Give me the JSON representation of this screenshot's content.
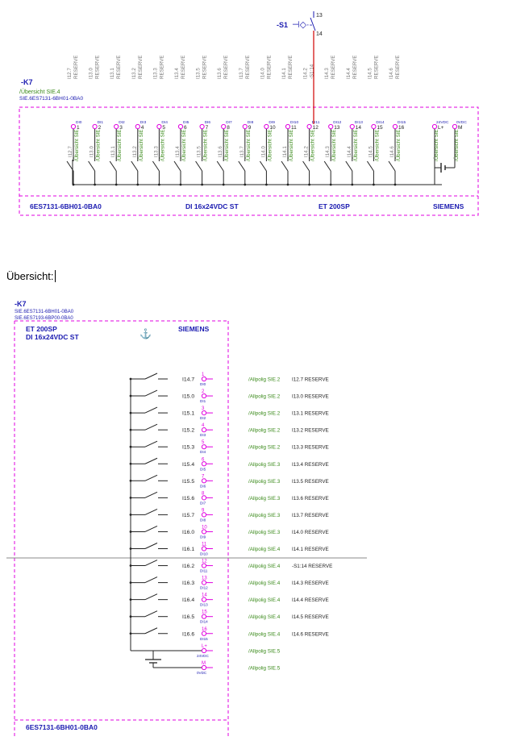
{
  "colors": {
    "magenta": "#e000e0",
    "blue": "#1a1ab0",
    "green": "#3a8a1a",
    "gray": "#777777",
    "red": "#d00000",
    "black": "#222222"
  },
  "top": {
    "switch_label": "-S1",
    "switch_pin_top": "13",
    "switch_pin_bottom": "14",
    "device_tag": "-K7",
    "ref_link": "/Übersicht SIE.4",
    "part_no": "SIE.6ES7131-6BH01-0BA0",
    "rotated_refs": [
      [
        "I12.7",
        "RESERVE"
      ],
      [
        "I13.0",
        "RESERVE"
      ],
      [
        "I13.1",
        "RESERVE"
      ],
      [
        "I13.2",
        "RESERVE"
      ],
      [
        "I13.3",
        "RESERVE"
      ],
      [
        "I13.4",
        "RESERVE"
      ],
      [
        "I13.5",
        "RESERVE"
      ],
      [
        "I13.6",
        "RESERVE"
      ],
      [
        "I13.7",
        "RESERVE"
      ],
      [
        "I14.0",
        "RESERVE"
      ],
      [
        "I14.1",
        "RESERVE"
      ],
      [
        "I14.2",
        "-S1:14"
      ],
      [
        "I14.3",
        "RESERVE"
      ],
      [
        "I14.4",
        "RESERVE"
      ],
      [
        "I14.5",
        "RESERVE"
      ],
      [
        "I14.6",
        "RESERVE"
      ]
    ],
    "channels": [
      "DI0",
      "DI1",
      "DI2",
      "DI3",
      "DI4",
      "DI5",
      "DI6",
      "DI7",
      "DI8",
      "DI9",
      "DI10",
      "DI11",
      "DI12",
      "DI13",
      "DI14",
      "DI15"
    ],
    "pins": [
      "1",
      "2",
      "3",
      "4",
      "5",
      "6",
      "7",
      "8",
      "9",
      "10",
      "11",
      "12",
      "13",
      "14",
      "15",
      "16"
    ],
    "supply_channels": [
      "24VDC",
      "0VDC"
    ],
    "supply_pins": [
      "L+",
      "M"
    ],
    "addresses": [
      "I12.7",
      "I13.0",
      "I13.1",
      "I13.2",
      "I13.3",
      "I13.4",
      "I13.5",
      "I13.6",
      "I13.7",
      "I14.0",
      "I14.1",
      "I14.2",
      "I14.3",
      "I14.4",
      "I14.5",
      "I14.6"
    ],
    "overview_ref": "/Übersicht SIE",
    "footer": [
      "6ES7131-6BH01-0BA0",
      "DI 16x24VDC ST",
      "ET 200SP",
      "SIEMENS"
    ]
  },
  "overview_label": "Übersicht:",
  "bottom": {
    "device_tag": "-K7",
    "part_no_1": "SIE.6ES7131-6BH01-0BA0",
    "part_no_2": "SIE.6ES7193-6BP00-0BA0",
    "title_1": "ET 200SP",
    "title_2": "DI 16x24VDC ST",
    "brand": "SIEMENS",
    "rows": [
      {
        "addr": "I14.7",
        "pin": "1",
        "ch": "DI0",
        "ref": "/Allpolig SIE.2",
        "text": "I12.7 RESERVE"
      },
      {
        "addr": "I15.0",
        "pin": "2",
        "ch": "DI1",
        "ref": "/Allpolig SIE.2",
        "text": "I13.0 RESERVE"
      },
      {
        "addr": "I15.1",
        "pin": "3",
        "ch": "DI2",
        "ref": "/Allpolig SIE.2",
        "text": "I13.1 RESERVE"
      },
      {
        "addr": "I15.2",
        "pin": "4",
        "ch": "DI3",
        "ref": "/Allpolig SIE.2",
        "text": "I13.2 RESERVE"
      },
      {
        "addr": "I15.3",
        "pin": "5",
        "ch": "DI4",
        "ref": "/Allpolig SIE.2",
        "text": "I13.3 RESERVE"
      },
      {
        "addr": "I15.4",
        "pin": "6",
        "ch": "DI5",
        "ref": "/Allpolig SIE.3",
        "text": "I13.4 RESERVE"
      },
      {
        "addr": "I15.5",
        "pin": "7",
        "ch": "DI6",
        "ref": "/Allpolig SIE.3",
        "text": "I13.5 RESERVE"
      },
      {
        "addr": "I15.6",
        "pin": "8",
        "ch": "DI7",
        "ref": "/Allpolig SIE.3",
        "text": "I13.6 RESERVE"
      },
      {
        "addr": "I15.7",
        "pin": "9",
        "ch": "DI8",
        "ref": "/Allpolig SIE.3",
        "text": "I13.7 RESERVE"
      },
      {
        "addr": "I16.0",
        "pin": "10",
        "ch": "DI9",
        "ref": "/Allpolig SIE.3",
        "text": "I14.0 RESERVE"
      },
      {
        "addr": "I16.1",
        "pin": "11",
        "ch": "DI10",
        "ref": "/Allpolig SIE.4",
        "text": "I14.1 RESERVE"
      },
      {
        "addr": "I16.2",
        "pin": "12",
        "ch": "DI11",
        "ref": "/Allpolig SIE.4",
        "text": "-S1:14 RESERVE"
      },
      {
        "addr": "I16.3",
        "pin": "13",
        "ch": "DI12",
        "ref": "/Allpolig SIE.4",
        "text": "I14.3 RESERVE"
      },
      {
        "addr": "I16.4",
        "pin": "14",
        "ch": "DI13",
        "ref": "/Allpolig SIE.4",
        "text": "I14.4 RESERVE"
      },
      {
        "addr": "I16.5",
        "pin": "15",
        "ch": "DI14",
        "ref": "/Allpolig SIE.4",
        "text": "I14.5 RESERVE"
      },
      {
        "addr": "I16.6",
        "pin": "16",
        "ch": "DI15",
        "ref": "/Allpolig SIE.4",
        "text": "I14.6 RESERVE"
      }
    ],
    "supply": [
      {
        "pin": "L+",
        "ch": "24VDC",
        "ref": "/Allpolig SIE.5"
      },
      {
        "pin": "M",
        "ch": "0VDC",
        "ref": "/Allpolig SIE.5"
      }
    ],
    "footer": "6ES7131-6BH01-0BA0"
  }
}
